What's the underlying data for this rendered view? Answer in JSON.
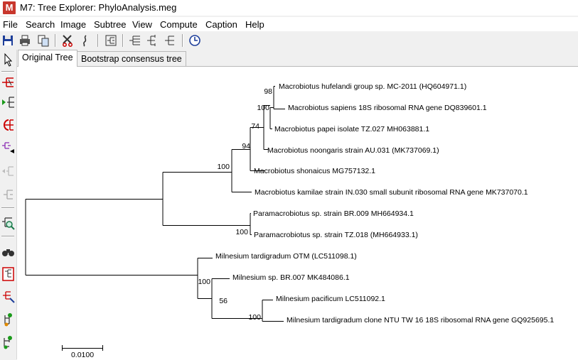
{
  "window": {
    "title": "M7: Tree Explorer: PhyloAnalysis.meg",
    "app_icon_letter": "M"
  },
  "menu": [
    "File",
    "Search",
    "Image",
    "Subtree",
    "View",
    "Compute",
    "Caption",
    "Help"
  ],
  "toolbar_icons": [
    "save-icon",
    "print-icon",
    "copy-icon",
    "cut-icon",
    "find-icon",
    "tree-layout-icon",
    "tree-layout-expand-icon",
    "tree-layout-collapse-icon",
    "tree-layout-disabled-icon",
    "add-subtree-icon"
  ],
  "left_toolbar_icons": [
    "cursor-icon",
    "flip-subtree-icon",
    "swap-branch-icon",
    "root-icon",
    "compress-subtree-icon",
    "disabled-subtree-icon",
    "disabled-branch-icon",
    "search-tree-icon",
    "binoculars-icon",
    "caption-icon",
    "edit-caption-icon",
    "node-color-icon",
    "branch-style-icon"
  ],
  "tabs": [
    {
      "label": "Original Tree",
      "active": true
    },
    {
      "label": "Bootstrap consensus tree",
      "active": false
    }
  ],
  "tree": {
    "taxa": [
      "Macrobiotus hufelandi group sp. MC-2011 (HQ604971.1)",
      "Macrobiotus sapiens 18S ribosomal RNA gene DQ839601.1",
      "Macrobiotus papei isolate TZ.027 MH063881.1",
      "Macrobiotus noongaris strain AU.031 (MK737069.1)",
      "Macrobiotus shonaicus MG757132.1",
      "Macrobiotus kamilae strain IN.030 small subunit ribosomal RNA gene MK737070.1",
      "Paramacrobiotus sp. strain BR.009 MH664934.1",
      "Paramacrobiotus sp. strain TZ.018 (MH664933.1)",
      "Milnesium tardigradum OTM (LC511098.1)",
      "Milnesium sp. BR.007 MK484086.1",
      "Milnesium pacificum LC511092.1",
      "Milnesium tardigradum clone NTU TW 16 18S ribosomal RNA gene GQ925695.1"
    ],
    "bootstrap": [
      "98",
      "100",
      "74",
      "94",
      "100",
      "100",
      "100",
      "56",
      "100"
    ],
    "scale_label": "0.0100"
  }
}
